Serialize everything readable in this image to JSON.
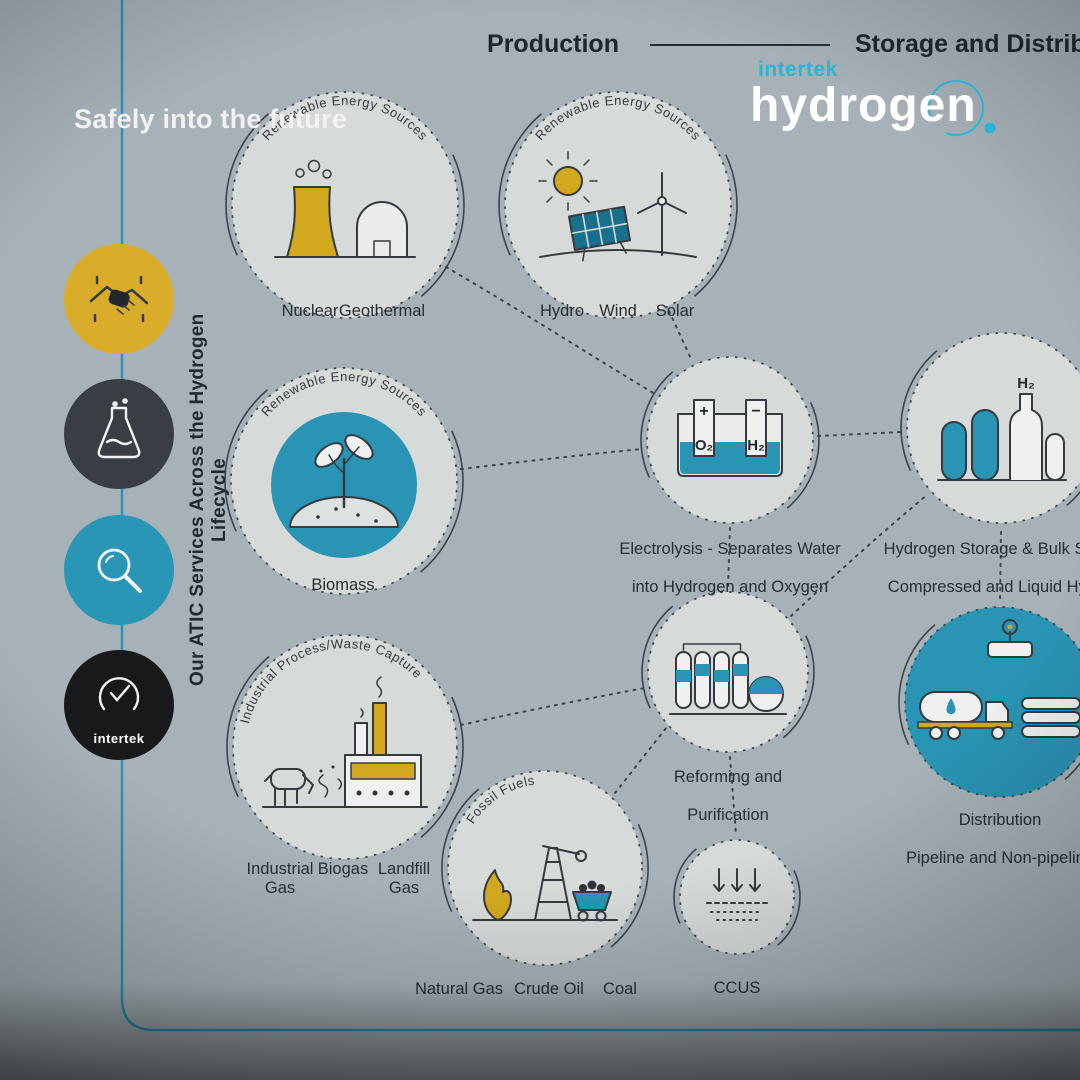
{
  "colors": {
    "background": "#a7b2b8",
    "teal_accent": "#2a94b4",
    "logo_teal": "#2cb4d4",
    "yellow_accent": "#d2a81f",
    "dark_line": "#343a40"
  },
  "tagline": "Safely into the future",
  "header": {
    "production": "Production",
    "storage_distribution": "Storage and Distribution"
  },
  "logo": {
    "brand": "intertek",
    "product": "hydrogen"
  },
  "sidebar": {
    "title": "Our ATIC Services Across the Hydrogen Lifecycle",
    "badges": [
      {
        "icon": "handshake-icon",
        "color": "#d9ad2a"
      },
      {
        "icon": "flask-icon",
        "color": "#383e44"
      },
      {
        "icon": "magnifier-icon",
        "color": "#2a96b6"
      },
      {
        "icon": "intertek-check-icon",
        "color": "#17191b",
        "label": "intertek"
      }
    ]
  },
  "nodes": {
    "nuclear": {
      "arc_label": "Renewable Energy Sources",
      "labels": [
        "Nuclear",
        "Geothermal"
      ]
    },
    "hydro": {
      "arc_label": "Renewable Energy Sources",
      "labels": [
        "Hydro",
        "Wind",
        "Solar"
      ]
    },
    "biomass": {
      "arc_label": "Renewable Energy Sources",
      "labels": [
        "Biomass"
      ]
    },
    "electrolysis": {
      "caption_line1": "Electrolysis - Separates Water",
      "caption_line2": "into Hydrogen and Oxygen",
      "anode_sign": "+",
      "cathode_sign": "−",
      "oxygen": "O₂",
      "hydrogen": "H₂"
    },
    "storage": {
      "caption_line1": "Hydrogen Storage & Bulk Storage -",
      "caption_line2": "Compressed and Liquid Hydrogen",
      "tank_label": "H₂"
    },
    "industrial": {
      "arc_label": "Industrial Process/Waste Capture",
      "labels": [
        "Industrial\nGas",
        "Biogas",
        "Landfill\nGas"
      ]
    },
    "reforming": {
      "caption_line1": "Reforming and",
      "caption_line2": "Purification"
    },
    "fossil": {
      "arc_label": "Fossil Fuels",
      "labels": [
        "Natural Gas",
        "Crude Oil",
        "Coal"
      ]
    },
    "ccus": {
      "caption_line1": "CCUS"
    },
    "distribution": {
      "caption_line1": "Distribution",
      "caption_line2": "Pipeline and Non-pipeline"
    }
  }
}
